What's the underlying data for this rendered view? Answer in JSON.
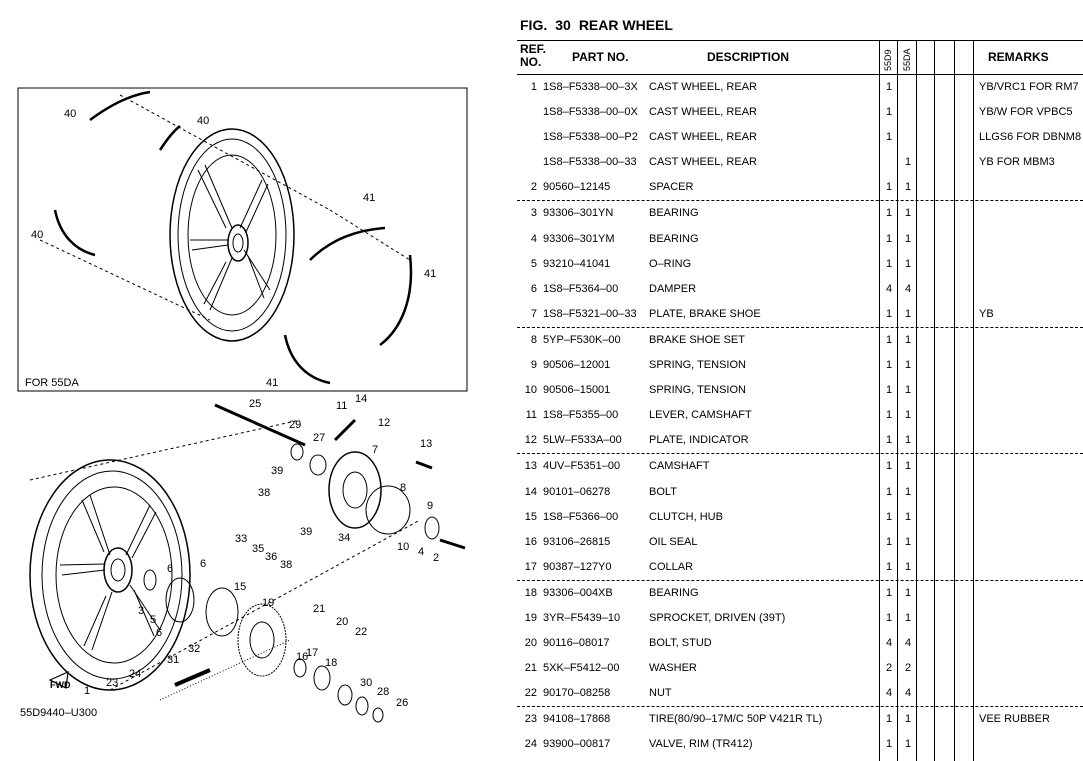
{
  "figure": {
    "label": "FIG.",
    "number": "30",
    "title": "REAR WHEEL"
  },
  "table": {
    "headers": {
      "ref": "REF. NO.",
      "part": "PART NO.",
      "desc": "DESCRIPTION",
      "model1": "55D9",
      "model2": "55DA",
      "remarks": "REMARKS"
    },
    "rows": [
      {
        "ref": "1",
        "part": "1S8–F5338–00–3X",
        "desc": "CAST WHEEL, REAR",
        "q1": "1",
        "q2": "",
        "remarks": "YB/VRC1 FOR RM7"
      },
      {
        "ref": "",
        "part": "1S8–F5338–00–0X",
        "desc": "CAST WHEEL, REAR",
        "q1": "1",
        "q2": "",
        "remarks": "YB/W FOR VPBC5"
      },
      {
        "ref": "",
        "part": "1S8–F5338–00–P2",
        "desc": "CAST WHEEL, REAR",
        "q1": "1",
        "q2": "",
        "remarks": "LLGS6 FOR DBNM8"
      },
      {
        "ref": "",
        "part": "1S8–F5338–00–33",
        "desc": "CAST WHEEL, REAR",
        "q1": "",
        "q2": "1",
        "remarks": "YB FOR MBM3"
      },
      {
        "ref": "2",
        "part": "90560–12145",
        "desc": "SPACER",
        "q1": "1",
        "q2": "1",
        "remarks": ""
      },
      {
        "ref": "3",
        "part": "93306–301YN",
        "desc": "BEARING",
        "q1": "1",
        "q2": "1",
        "remarks": ""
      },
      {
        "ref": "4",
        "part": "93306–301YM",
        "desc": "BEARING",
        "q1": "1",
        "q2": "1",
        "remarks": ""
      },
      {
        "ref": "5",
        "part": "93210–41041",
        "desc": "O–RING",
        "q1": "1",
        "q2": "1",
        "remarks": ""
      },
      {
        "ref": "6",
        "part": "1S8–F5364–00",
        "desc": "DAMPER",
        "q1": "4",
        "q2": "4",
        "remarks": ""
      },
      {
        "ref": "7",
        "part": "1S8–F5321–00–33",
        "desc": "PLATE, BRAKE SHOE",
        "q1": "1",
        "q2": "1",
        "remarks": "YB"
      },
      {
        "ref": "8",
        "part": "5YP–F530K–00",
        "desc": "BRAKE SHOE SET",
        "q1": "1",
        "q2": "1",
        "remarks": ""
      },
      {
        "ref": "9",
        "part": "90506–12001",
        "desc": "SPRING, TENSION",
        "q1": "1",
        "q2": "1",
        "remarks": ""
      },
      {
        "ref": "10",
        "part": "90506–15001",
        "desc": "SPRING, TENSION",
        "q1": "1",
        "q2": "1",
        "remarks": ""
      },
      {
        "ref": "11",
        "part": "1S8–F5355–00",
        "desc": "LEVER, CAMSHAFT",
        "q1": "1",
        "q2": "1",
        "remarks": ""
      },
      {
        "ref": "12",
        "part": "5LW–F533A–00",
        "desc": "PLATE, INDICATOR",
        "q1": "1",
        "q2": "1",
        "remarks": ""
      },
      {
        "ref": "13",
        "part": "4UV–F5351–00",
        "desc": "CAMSHAFT",
        "q1": "1",
        "q2": "1",
        "remarks": ""
      },
      {
        "ref": "14",
        "part": "90101–06278",
        "desc": "BOLT",
        "q1": "1",
        "q2": "1",
        "remarks": ""
      },
      {
        "ref": "15",
        "part": "1S8–F5366–00",
        "desc": "CLUTCH, HUB",
        "q1": "1",
        "q2": "1",
        "remarks": ""
      },
      {
        "ref": "16",
        "part": "93106–26815",
        "desc": "OIL SEAL",
        "q1": "1",
        "q2": "1",
        "remarks": ""
      },
      {
        "ref": "17",
        "part": "90387–127Y0",
        "desc": "COLLAR",
        "q1": "1",
        "q2": "1",
        "remarks": ""
      },
      {
        "ref": "18",
        "part": "93306–004XB",
        "desc": "BEARING",
        "q1": "1",
        "q2": "1",
        "remarks": ""
      },
      {
        "ref": "19",
        "part": "3YR–F5439–10",
        "desc": "SPROCKET, DRIVEN (39T)",
        "q1": "1",
        "q2": "1",
        "remarks": ""
      },
      {
        "ref": "20",
        "part": "90116–08017",
        "desc": "BOLT, STUD",
        "q1": "4",
        "q2": "4",
        "remarks": ""
      },
      {
        "ref": "21",
        "part": "5XK–F5412–00",
        "desc": "WASHER",
        "q1": "2",
        "q2": "2",
        "remarks": ""
      },
      {
        "ref": "22",
        "part": "90170–08258",
        "desc": "NUT",
        "q1": "4",
        "q2": "4",
        "remarks": ""
      },
      {
        "ref": "23",
        "part": "94108–17868",
        "desc": "TIRE(80/90–17M/C 50P V421R TL)",
        "q1": "1",
        "q2": "1",
        "remarks": "VEE RUBBER"
      },
      {
        "ref": "24",
        "part": "93900–00817",
        "desc": "VALVE, RIM (TR412)",
        "q1": "1",
        "q2": "1",
        "remarks": ""
      }
    ]
  },
  "diagram": {
    "inset_caption": "FOR 55DA",
    "drawing_code": "55D9440–U300",
    "fwd_label": "FWD",
    "callouts": [
      "40",
      "40",
      "40",
      "41",
      "41",
      "41",
      "25",
      "29",
      "27",
      "11",
      "14",
      "12",
      "13",
      "7",
      "39",
      "38",
      "8",
      "9",
      "33",
      "35",
      "36",
      "38",
      "39",
      "34",
      "10",
      "4",
      "2",
      "6",
      "6",
      "6",
      "5",
      "3",
      "15",
      "19",
      "21",
      "20",
      "22",
      "17",
      "18",
      "30",
      "28",
      "26",
      "32",
      "31",
      "16",
      "24",
      "23",
      "1"
    ]
  }
}
